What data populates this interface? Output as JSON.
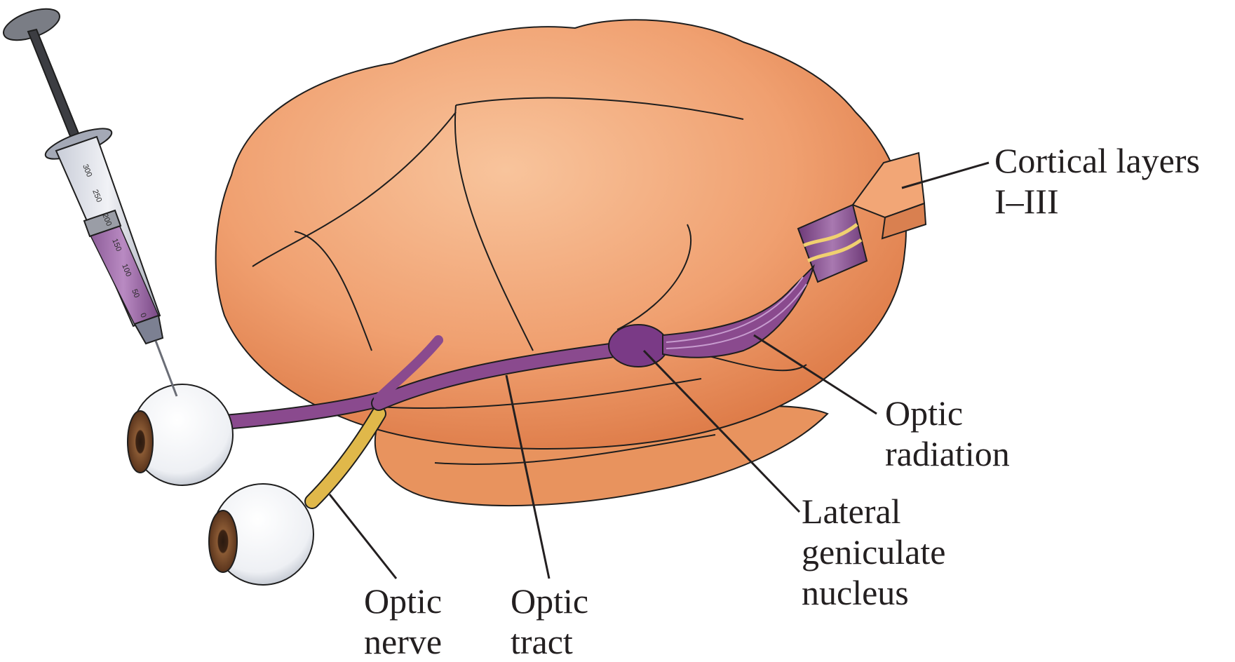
{
  "labels": {
    "cortical_layers": [
      "Cortical layers",
      "I–III"
    ],
    "optic_radiation": [
      "Optic",
      "radiation"
    ],
    "lateral_geniculate_nucleus": [
      "Lateral",
      "geniculate",
      "nucleus"
    ],
    "optic_tract": [
      "Optic",
      "tract"
    ],
    "optic_nerve": [
      "Optic",
      "nerve"
    ]
  },
  "syringe_scale": [
    "300",
    "250",
    "200",
    "150",
    "100",
    "50",
    "0"
  ],
  "colors": {
    "brain": "#f0a070",
    "brain_shadow": "#d9723e",
    "pathway_purple": "#8a4a8e",
    "pathway_yellow": "#e0b84a",
    "iris": "#7a4a2a",
    "leader_line": "#231f20"
  }
}
